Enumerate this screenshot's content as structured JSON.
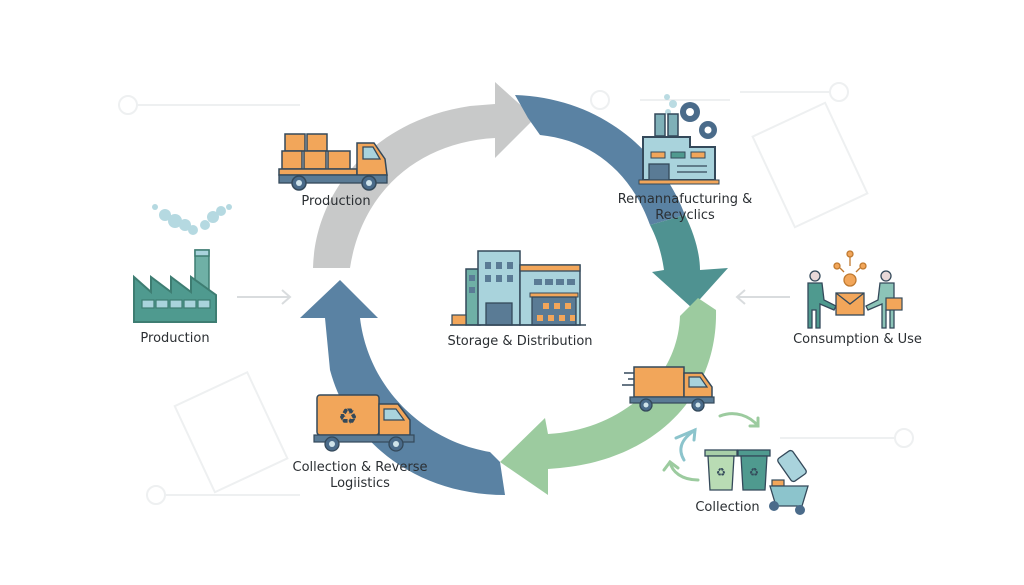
{
  "diagram": {
    "type": "circular-process",
    "title": "",
    "colors": {
      "arrow_top": "#c8c9c9",
      "arrow_right_top": "#5a82a3",
      "arrow_right_mid": "#4f9291",
      "arrow_right_bottom": "#9ccb9f",
      "arrow_bottom_left": "#5a82a3",
      "orange": "#f2a65a",
      "dark_blue": "#4a6b8a",
      "teal": "#4f9a8f",
      "light_blue": "#a9d3dc",
      "outline": "#34495a",
      "bg_decor": "#f1f3f4",
      "side_arrow": "#d9dcde"
    },
    "nodes": [
      {
        "id": "production-left",
        "label": "Production",
        "icon": "factory-icon"
      },
      {
        "id": "production-top",
        "label": "Production",
        "icon": "delivery-truck-boxes-icon"
      },
      {
        "id": "remanufacturing",
        "label_lines": [
          "Remannafucturing &",
          "Recyclics"
        ],
        "icon": "factory-gears-icon"
      },
      {
        "id": "consumption",
        "label": "Consumption & Use",
        "icon": "people-exchange-package-icon"
      },
      {
        "id": "storage",
        "label": "Storage & Distribution",
        "icon": "warehouse-buildings-icon"
      },
      {
        "id": "delivery",
        "label": "",
        "icon": "moving-delivery-truck-icon"
      },
      {
        "id": "collection",
        "label": "Collection",
        "icon": "recycling-bins-icon"
      },
      {
        "id": "reverse-logistics",
        "label_lines": [
          "Collection & Reverse",
          "Logiistics"
        ],
        "icon": "recycle-truck-icon"
      }
    ],
    "edges": [
      {
        "from": "production-left",
        "to": "cycle",
        "style": "thin-arrow"
      },
      {
        "from": "consumption",
        "to": "cycle",
        "style": "thin-arrow"
      },
      {
        "from": "production-top",
        "to": "remanufacturing",
        "style": "cycle-arrow"
      },
      {
        "from": "remanufacturing",
        "to": "consumption",
        "style": "cycle-arrow"
      },
      {
        "from": "delivery",
        "to": "reverse-logistics",
        "style": "cycle-arrow"
      },
      {
        "from": "reverse-logistics",
        "to": "production-top",
        "style": "cycle-arrow"
      }
    ]
  }
}
